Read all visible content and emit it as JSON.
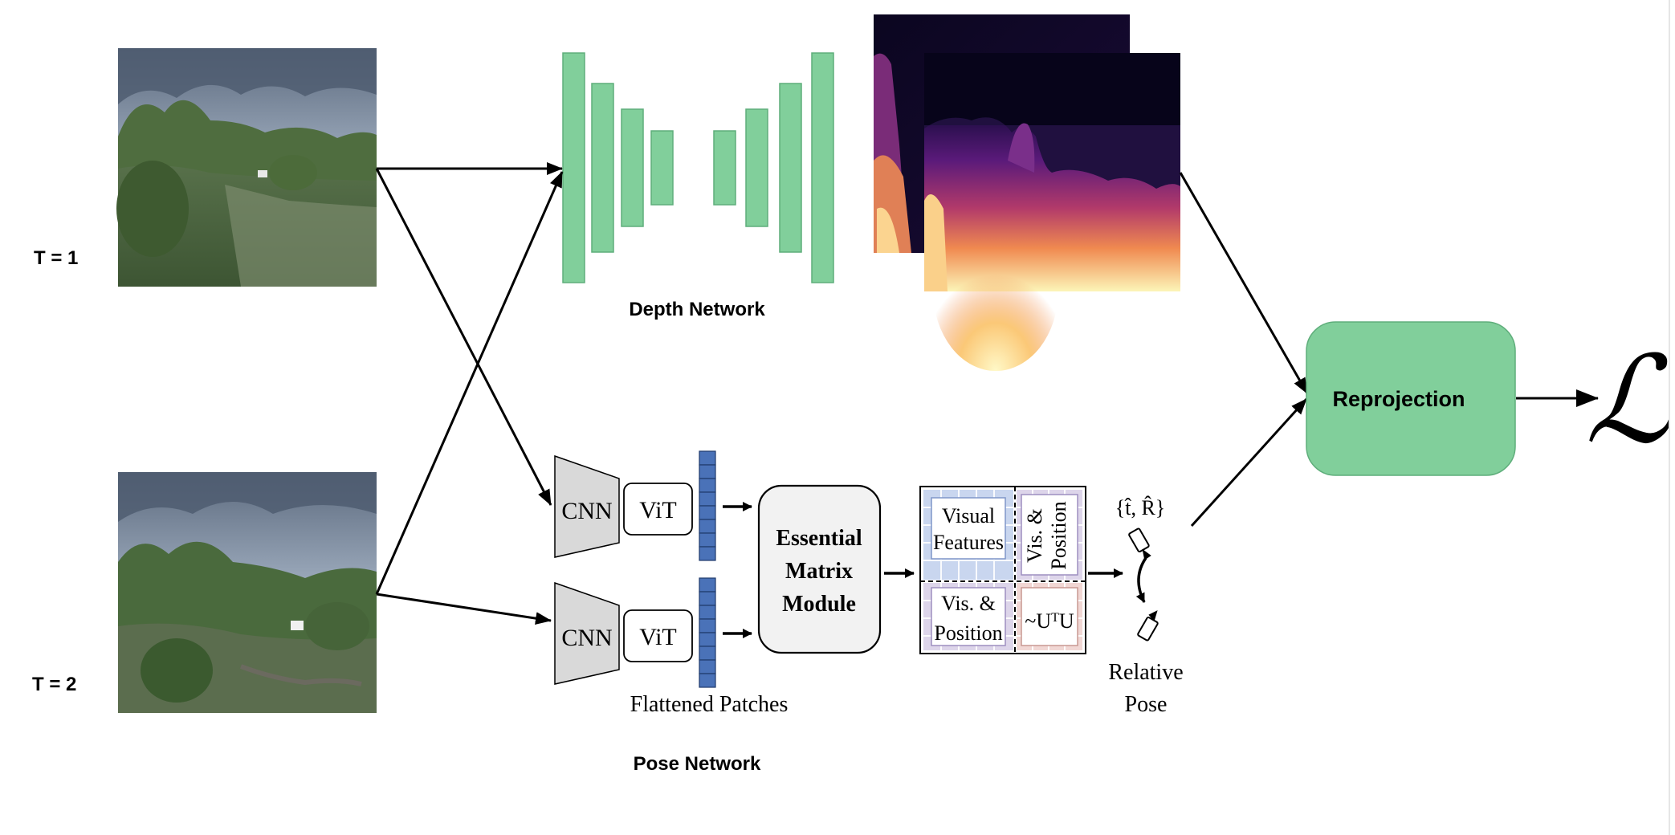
{
  "labels": {
    "t1": "T = 1",
    "t2": "T = 2",
    "depth_network": "Depth Network",
    "pose_network": "Pose Network",
    "reprojection": "Reprojection",
    "loss_symbol": "ℒ"
  },
  "pose_block": {
    "cnn": "CNN",
    "vit": "ViT",
    "flattened_patches": "Flattened Patches",
    "essential_line1": "Essential",
    "essential_line2": "Matrix",
    "essential_line3": "Module",
    "visual_line1": "Visual",
    "visual_line2": "Features",
    "vispos_vertical_line1": "Vis. &",
    "vispos_vertical_line2": "Position",
    "vispos_line1": "Vis. &",
    "vispos_line2": "Position",
    "uu_prefix": "~U",
    "uu_sup": "T",
    "uu_suffix": "U",
    "pose_hat": "{t̂, R̂}",
    "relative_line1": "Relative",
    "relative_line2": "Pose"
  },
  "colors": {
    "network_green": "#81cf9b",
    "network_green_stroke": "#5fae7b",
    "patch_blue": "#4a72b8",
    "trapezoid_gray": "#d9d9d9",
    "box_gray": "#f2f2f2",
    "grid_blue": "#c9d6ef",
    "grid_lilac": "#ddd5ea",
    "grid_pink": "#f1d7d4"
  }
}
